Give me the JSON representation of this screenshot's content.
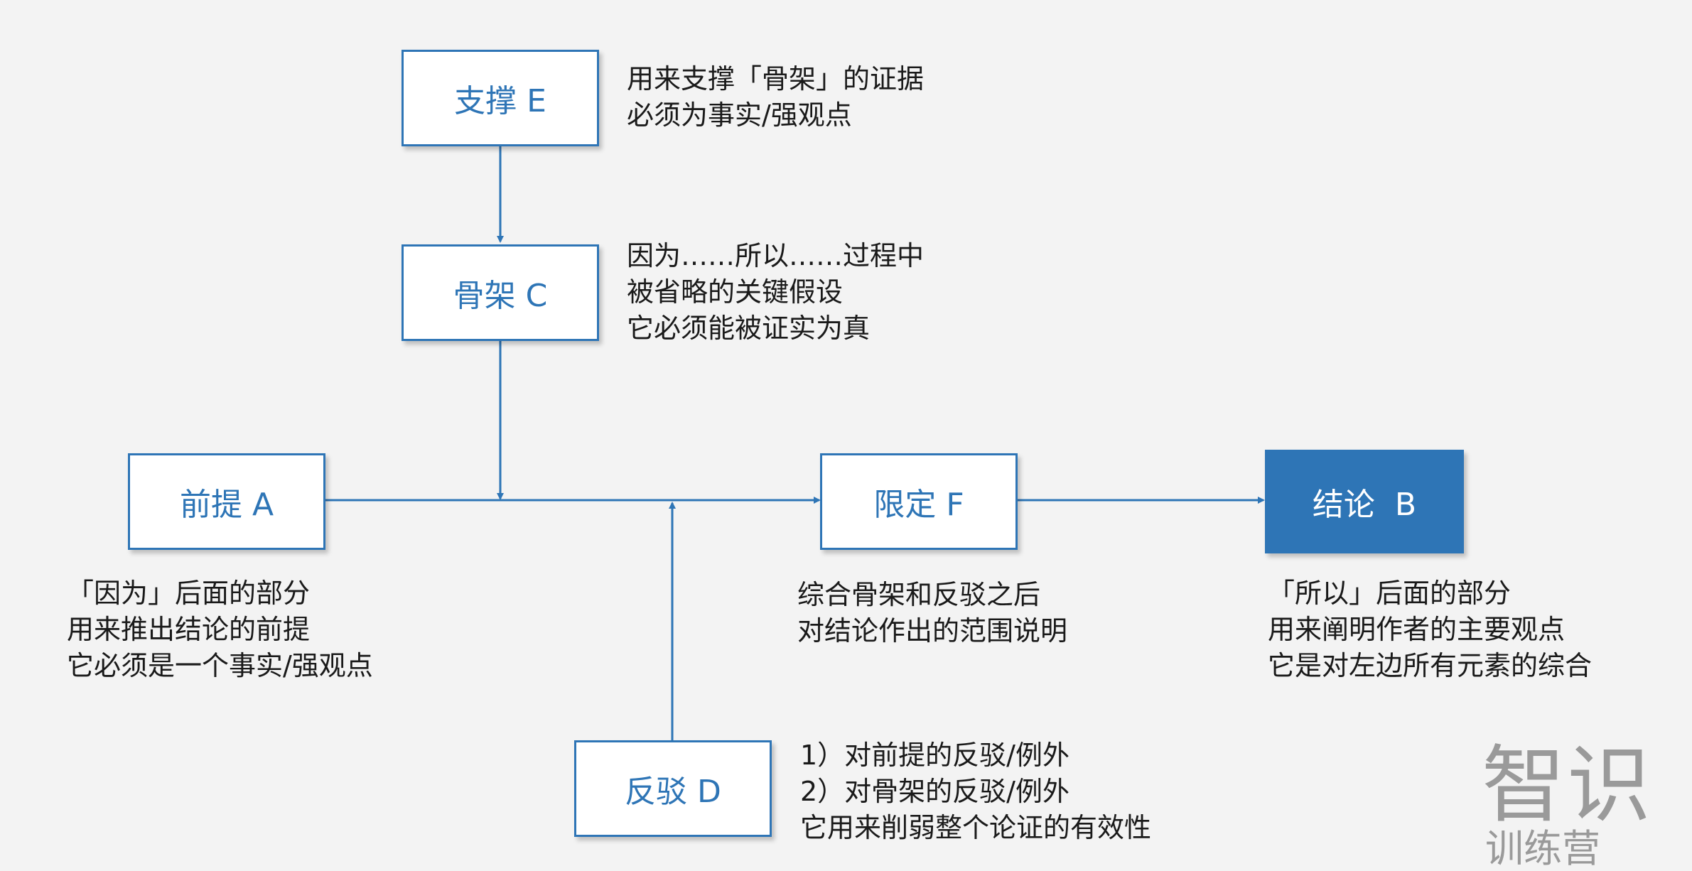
{
  "nodes": {
    "support": {
      "label": "支撑 E"
    },
    "skeleton": {
      "label": "骨架 C"
    },
    "premise": {
      "label": "前提 A"
    },
    "qualifier": {
      "label": "限定 F"
    },
    "conclusion": {
      "label": "结论  B"
    },
    "rebuttal": {
      "label": "反驳 D"
    }
  },
  "notes": {
    "support": [
      "用来支撑「骨架」的证据",
      "必须为事实/强观点"
    ],
    "skeleton": [
      "因为……所以……过程中",
      "被省略的关键假设",
      "它必须能被证实为真"
    ],
    "premise": [
      "「因为」后面的部分",
      "用来推出结论的前提",
      "它必须是一个事实/强观点"
    ],
    "qualifier": [
      "综合骨架和反驳之后",
      "对结论作出的范围说明"
    ],
    "conclusion": [
      "「所以」后面的部分",
      "用来阐明作者的主要观点",
      "它是对左边所有元素的综合"
    ],
    "rebuttal": [
      "1）对前提的反驳/例外",
      "2）对骨架的反驳/例外",
      "它用来削弱整个论证的有效性"
    ]
  },
  "watermark": {
    "main": "智识",
    "sub": "训练营"
  },
  "colors": {
    "accent": "#2e75b6",
    "background": "#f3f3f3",
    "text": "#1a1a1a",
    "watermark": "#9a9a9a"
  }
}
